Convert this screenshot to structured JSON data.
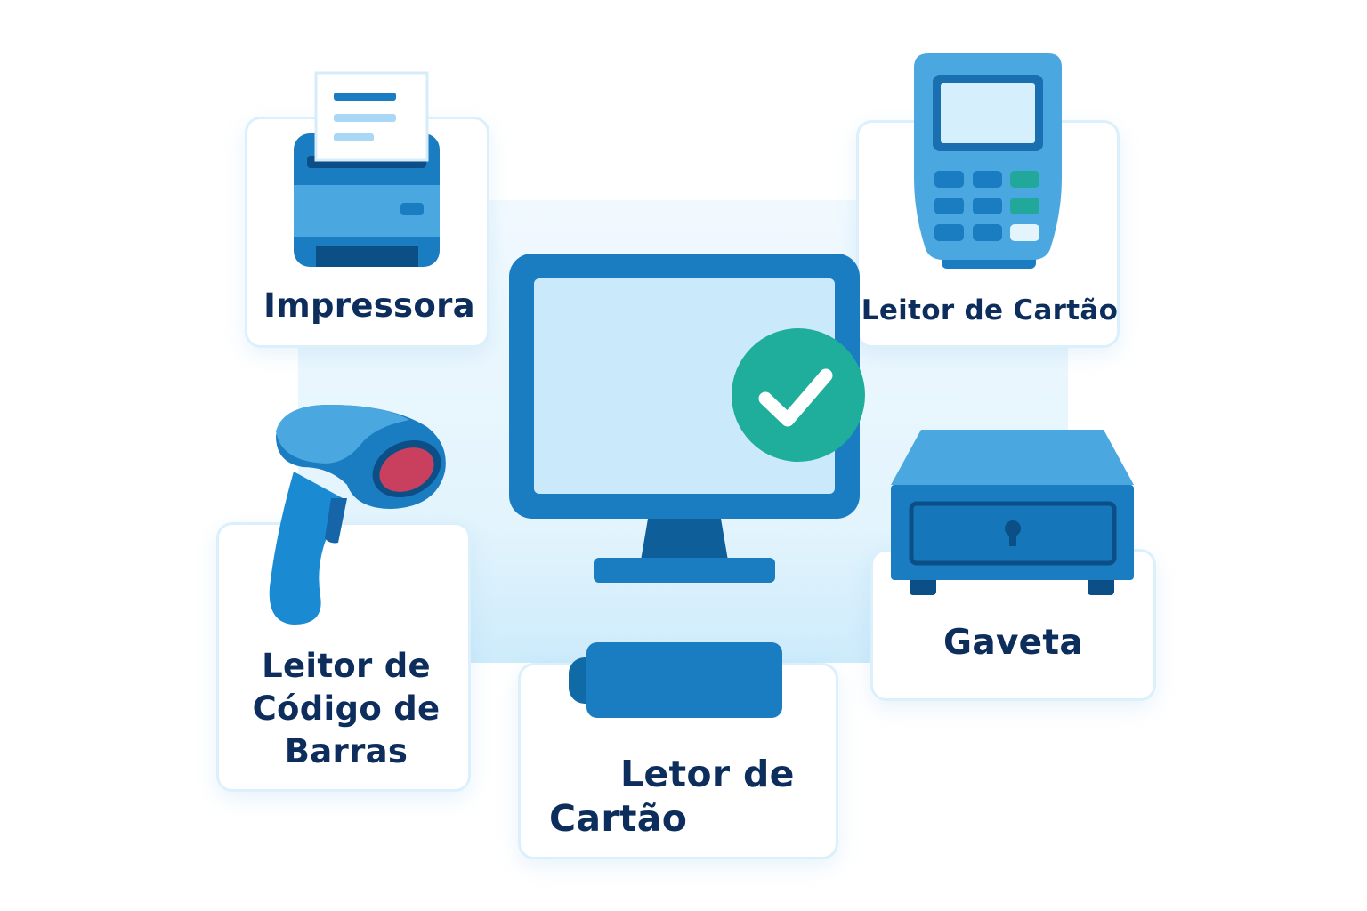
{
  "devices": {
    "printer": {
      "label": "Impressora",
      "icon": "printer-icon"
    },
    "card_terminal": {
      "label": "Leitor de Cartão",
      "icon": "card-terminal-icon"
    },
    "barcode_scanner": {
      "label_lines": [
        "Leitor de",
        "Código de",
        "Barras"
      ],
      "icon": "barcode-scanner-icon"
    },
    "card_reader": {
      "label_lines": [
        "Letor de",
        "Cartão"
      ],
      "icon": "card-reader-icon"
    },
    "cash_drawer": {
      "label": "Gaveta",
      "icon": "cash-drawer-icon"
    }
  },
  "center": {
    "icon": "monitor-icon",
    "status_icon": "check-circle-icon"
  },
  "colors": {
    "text": "#0d2e5c",
    "primary": "#1a7cc1",
    "light": "#4aa7e0",
    "dark": "#0c4f86",
    "success": "#1fae9b",
    "laser": "#c9405e"
  }
}
